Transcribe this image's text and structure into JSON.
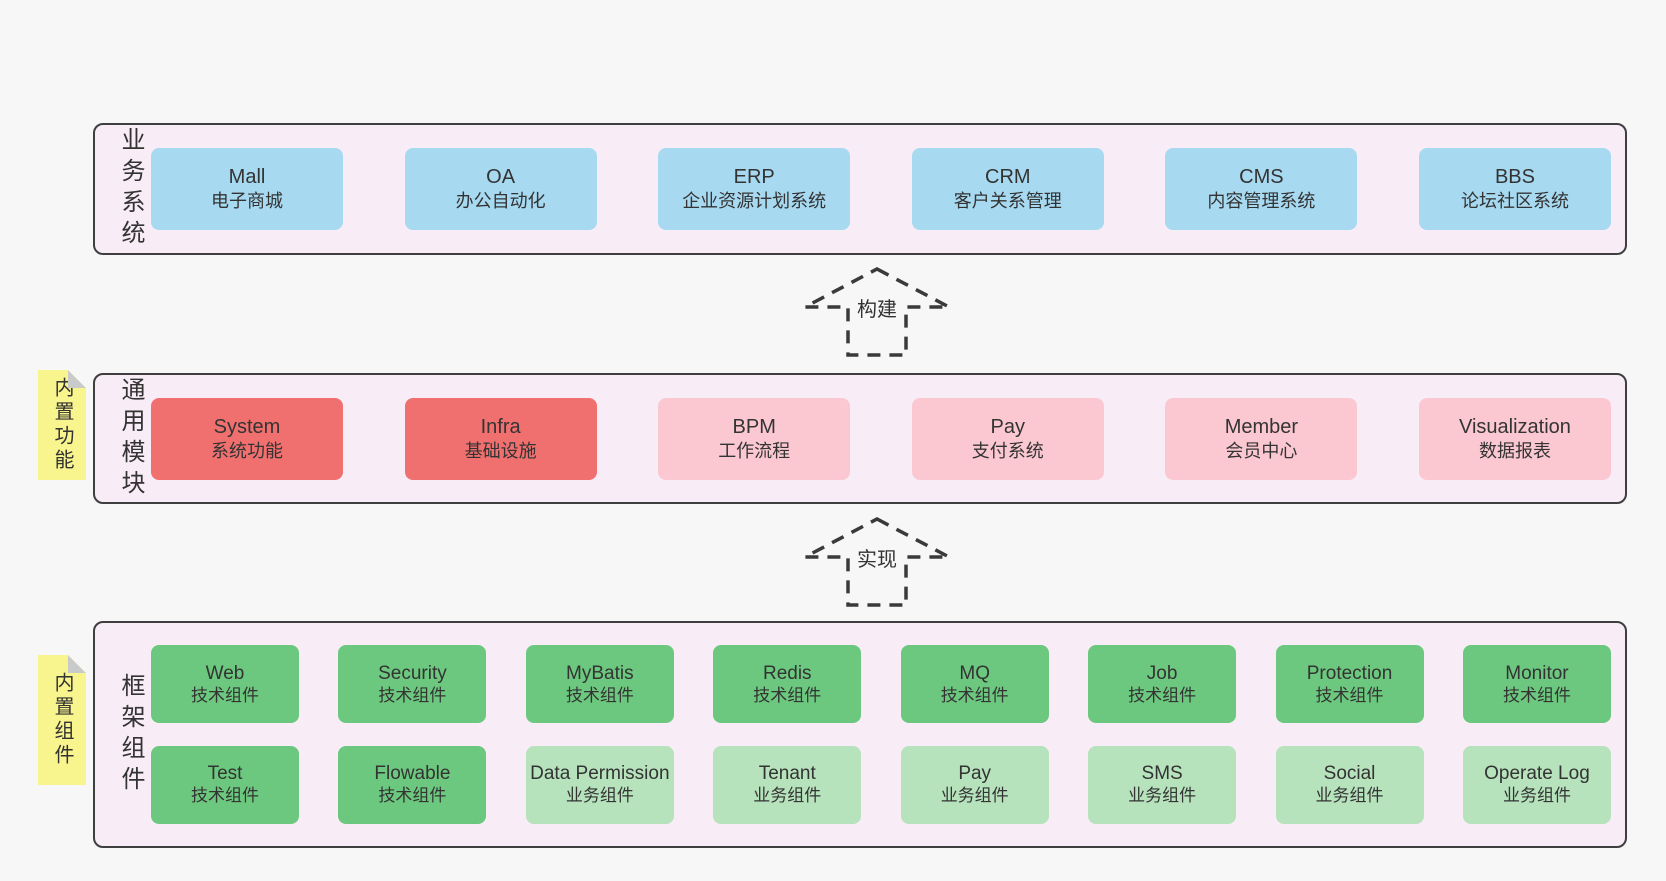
{
  "bands": [
    {
      "label": "业务系统",
      "rows": [
        [
          {
            "title": "Mall",
            "subtitle": "电子商城"
          },
          {
            "title": "OA",
            "subtitle": "办公自动化"
          },
          {
            "title": "ERP",
            "subtitle": "企业资源计划系统"
          },
          {
            "title": "CRM",
            "subtitle": "客户关系管理"
          },
          {
            "title": "CMS",
            "subtitle": "内容管理系统"
          },
          {
            "title": "BBS",
            "subtitle": "论坛社区系统"
          }
        ]
      ]
    },
    {
      "label": "通用模块",
      "note": "内置功能",
      "rows": [
        [
          {
            "title": "System",
            "subtitle": "系统功能"
          },
          {
            "title": "Infra",
            "subtitle": "基础设施"
          },
          {
            "title": "BPM",
            "subtitle": "工作流程"
          },
          {
            "title": "Pay",
            "subtitle": "支付系统"
          },
          {
            "title": "Member",
            "subtitle": "会员中心"
          },
          {
            "title": "Visualization",
            "subtitle": "数据报表"
          }
        ]
      ]
    },
    {
      "label": "框架组件",
      "note": "内置组件",
      "rows": [
        [
          {
            "title": "Web",
            "subtitle": "技术组件"
          },
          {
            "title": "Security",
            "subtitle": "技术组件"
          },
          {
            "title": "MyBatis",
            "subtitle": "技术组件"
          },
          {
            "title": "Redis",
            "subtitle": "技术组件"
          },
          {
            "title": "MQ",
            "subtitle": "技术组件"
          },
          {
            "title": "Job",
            "subtitle": "技术组件"
          },
          {
            "title": "Protection",
            "subtitle": "技术组件"
          },
          {
            "title": "Monitor",
            "subtitle": "技术组件"
          }
        ],
        [
          {
            "title": "Test",
            "subtitle": "技术组件"
          },
          {
            "title": "Flowable",
            "subtitle": "技术组件"
          },
          {
            "title": "Data Permission",
            "subtitle": "业务组件"
          },
          {
            "title": "Tenant",
            "subtitle": "业务组件"
          },
          {
            "title": "Pay",
            "subtitle": "业务组件"
          },
          {
            "title": "SMS",
            "subtitle": "业务组件"
          },
          {
            "title": "Social",
            "subtitle": "业务组件"
          },
          {
            "title": "Operate Log",
            "subtitle": "业务组件"
          }
        ]
      ]
    }
  ],
  "arrows": [
    {
      "label": "构建"
    },
    {
      "label": "实现"
    }
  ],
  "colors": {
    "page_bg": "#f7f7f7",
    "band_bg": "#f8edf7",
    "band_border": "#3f3f3f",
    "blue_box": "#a7d9f1",
    "red_box": "#f0706f",
    "pink_box": "#fbc8d2",
    "green_box": "#6cc87e",
    "light_green_box": "#b6e2bc",
    "note_yellow": "#f8f48e",
    "note_fold": "#c9cbcb",
    "text": "#333333"
  }
}
